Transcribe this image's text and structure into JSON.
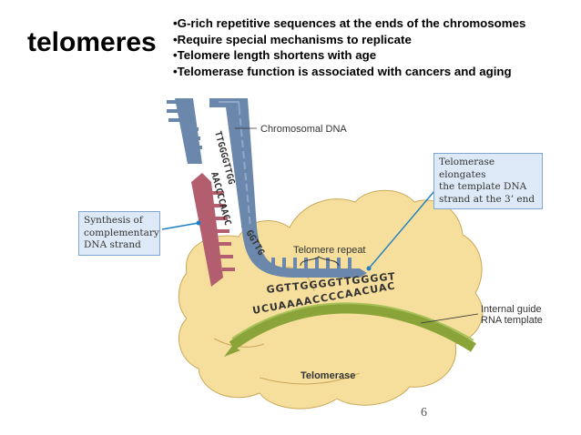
{
  "title": "telomeres",
  "bullets": [
    "•G-rich repetitive sequences at the ends of the chromosomes",
    "•Require special mechanisms to replicate",
    "•Telomere length shortens with age",
    "•Telomerase function is associated with cancers and aging"
  ],
  "labels": {
    "chromosomal_dna": "Chromosomal DNA",
    "telomerase_elongates": [
      "Telomerase elongates",
      "the template DNA",
      "strand at the 3’ end"
    ],
    "synthesis": [
      "Synthesis of",
      "complementary",
      "DNA strand"
    ],
    "telomere_repeat": "Telomere repeat",
    "internal_guide": [
      "Internal guide",
      "RNA template"
    ],
    "telomerase": "Telomerase"
  },
  "sequences": {
    "vertical_top": "TTGGGGTTGG",
    "vertical_bottom": "AACCCCAACC",
    "bend": "GGTTG",
    "horizontal_top": "GGTTGGGGTTGGGGT",
    "horizontal_bottom": "UCUAAAACCCCAACUAC"
  },
  "page_number": "6",
  "colors": {
    "dna_strand": "#6b87ab",
    "new_strand": "#b25e6e",
    "enzyme": "#f6df9c",
    "rna": "#8aa43a",
    "callout_bg": "#dde9f6",
    "callout_border": "#7ea6d3",
    "pointer": "#1f7fc1"
  }
}
